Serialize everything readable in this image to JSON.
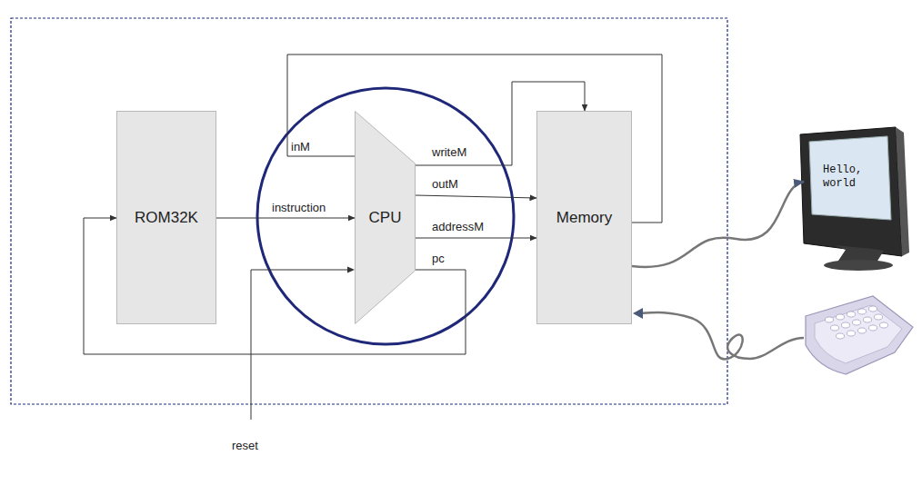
{
  "diagram": {
    "nodes": [
      {
        "text": [
          "ROM32K"
        ]
      },
      {
        "text": [
          "CPU"
        ]
      },
      {
        "text": [
          "Memory"
        ]
      },
      {
        "text": [
          "Hello, world"
        ]
      }
    ],
    "edges": [
      {
        "from": 0,
        "to": 1,
        "label": "instruction",
        "arrow": "to"
      },
      {
        "from": 2,
        "to": 1,
        "label": "inM",
        "arrow": "to"
      },
      {
        "from": 1,
        "to": 2,
        "label": "writeM",
        "arrow": "to"
      },
      {
        "from": 1,
        "to": 2,
        "label": "outM",
        "arrow": "to"
      },
      {
        "from": 1,
        "to": 2,
        "label": "addressM",
        "arrow": "to"
      },
      {
        "from": 1,
        "to": 0,
        "label": "pc",
        "arrow": "to"
      },
      {
        "from": 2,
        "to": 3,
        "arrow": "to"
      }
    ],
    "labels": [
      "reset"
    ]
  }
}
